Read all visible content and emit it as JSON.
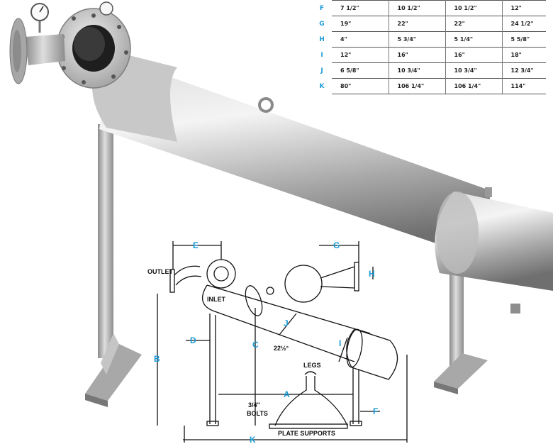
{
  "table": {
    "rows": [
      {
        "letter": "F",
        "values": [
          "7 1/2\"",
          "10 1/2\"",
          "10 1/2\"",
          "12\""
        ]
      },
      {
        "letter": "G",
        "values": [
          "19\"",
          "22\"",
          "22\"",
          "24 1/2\""
        ]
      },
      {
        "letter": "H",
        "values": [
          "4\"",
          "5 3/4\"",
          "5 1/4\"",
          "5 5/8\""
        ]
      },
      {
        "letter": "I",
        "values": [
          "12\"",
          "16\"",
          "16\"",
          "18\""
        ]
      },
      {
        "letter": "J",
        "values": [
          "6 5/8\"",
          "10 3/4\"",
          "10 3/4\"",
          "12 3/4\""
        ]
      },
      {
        "letter": "K",
        "values": [
          "80\"",
          "106 1/4\"",
          "106 1/4\"",
          "114\""
        ]
      }
    ]
  },
  "diagram": {
    "label_outlet": "OUTLET",
    "label_inlet": "INLET",
    "label_legs": "LEGS",
    "label_bolts_1": "3/4\"",
    "label_bolts_2": "BOLTS",
    "label_plate_supports": "PLATE SUPPORTS",
    "angle": "22½°",
    "letters": {
      "A": "A",
      "B": "B",
      "C": "C",
      "D": "D",
      "E": "E",
      "F": "F",
      "G": "G",
      "H": "H",
      "I": "I",
      "J": "J",
      "K": "K"
    }
  },
  "colors": {
    "accent": "#1a9ad6",
    "steel_light": "#e4e4e4",
    "steel_mid": "#b7b7b7",
    "steel_dark": "#7a7a7a"
  }
}
